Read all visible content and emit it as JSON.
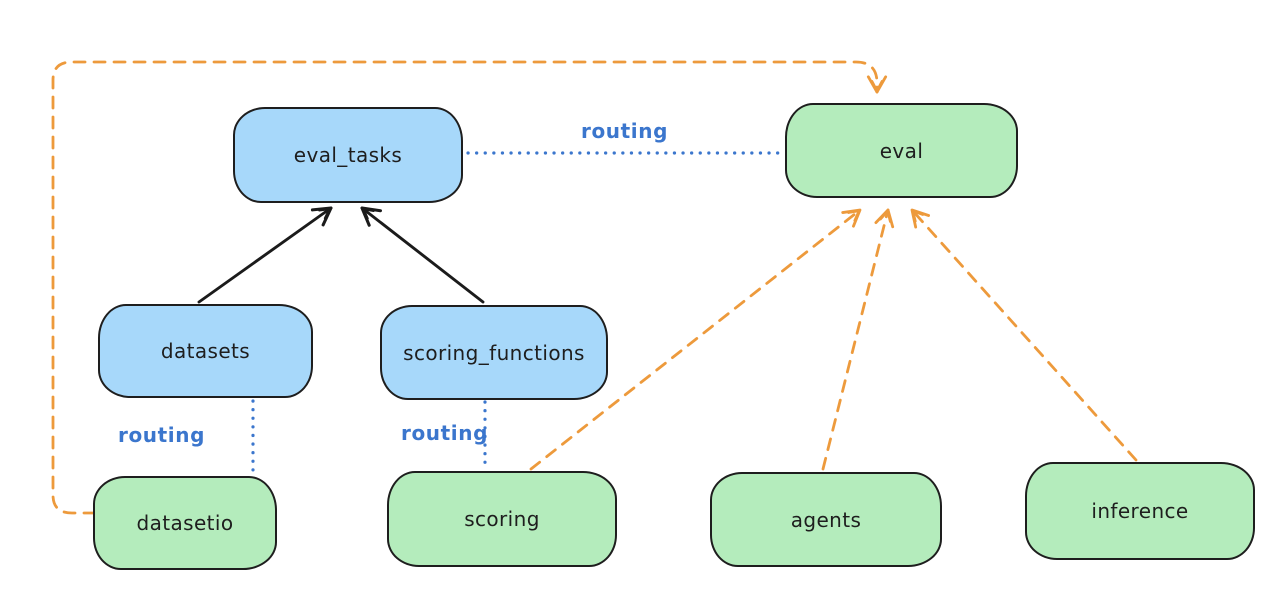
{
  "colors": {
    "canvas_bg": "#ffffff",
    "node_border": "#1e1e1e",
    "node_text": "#1e1e1e",
    "node_blue_fill": "#a7d8fa",
    "node_green_fill": "#b4ecbc",
    "routing_blue": "#3b76cd",
    "arrow_orange": "#ed9a3c",
    "arrow_black": "#1b1b1b"
  },
  "nodes": {
    "eval_tasks": {
      "label": "eval_tasks"
    },
    "eval": {
      "label": "eval"
    },
    "datasets": {
      "label": "datasets"
    },
    "scoring_functions": {
      "label": "scoring_functions"
    },
    "datasetio": {
      "label": "datasetio"
    },
    "scoring": {
      "label": "scoring"
    },
    "agents": {
      "label": "agents"
    },
    "inference": {
      "label": "inference"
    }
  },
  "edge_labels": {
    "eval_tasks_to_eval": "routing",
    "datasets_to_datasetio": "routing",
    "scoring_functions_to_scoring": "routing"
  }
}
